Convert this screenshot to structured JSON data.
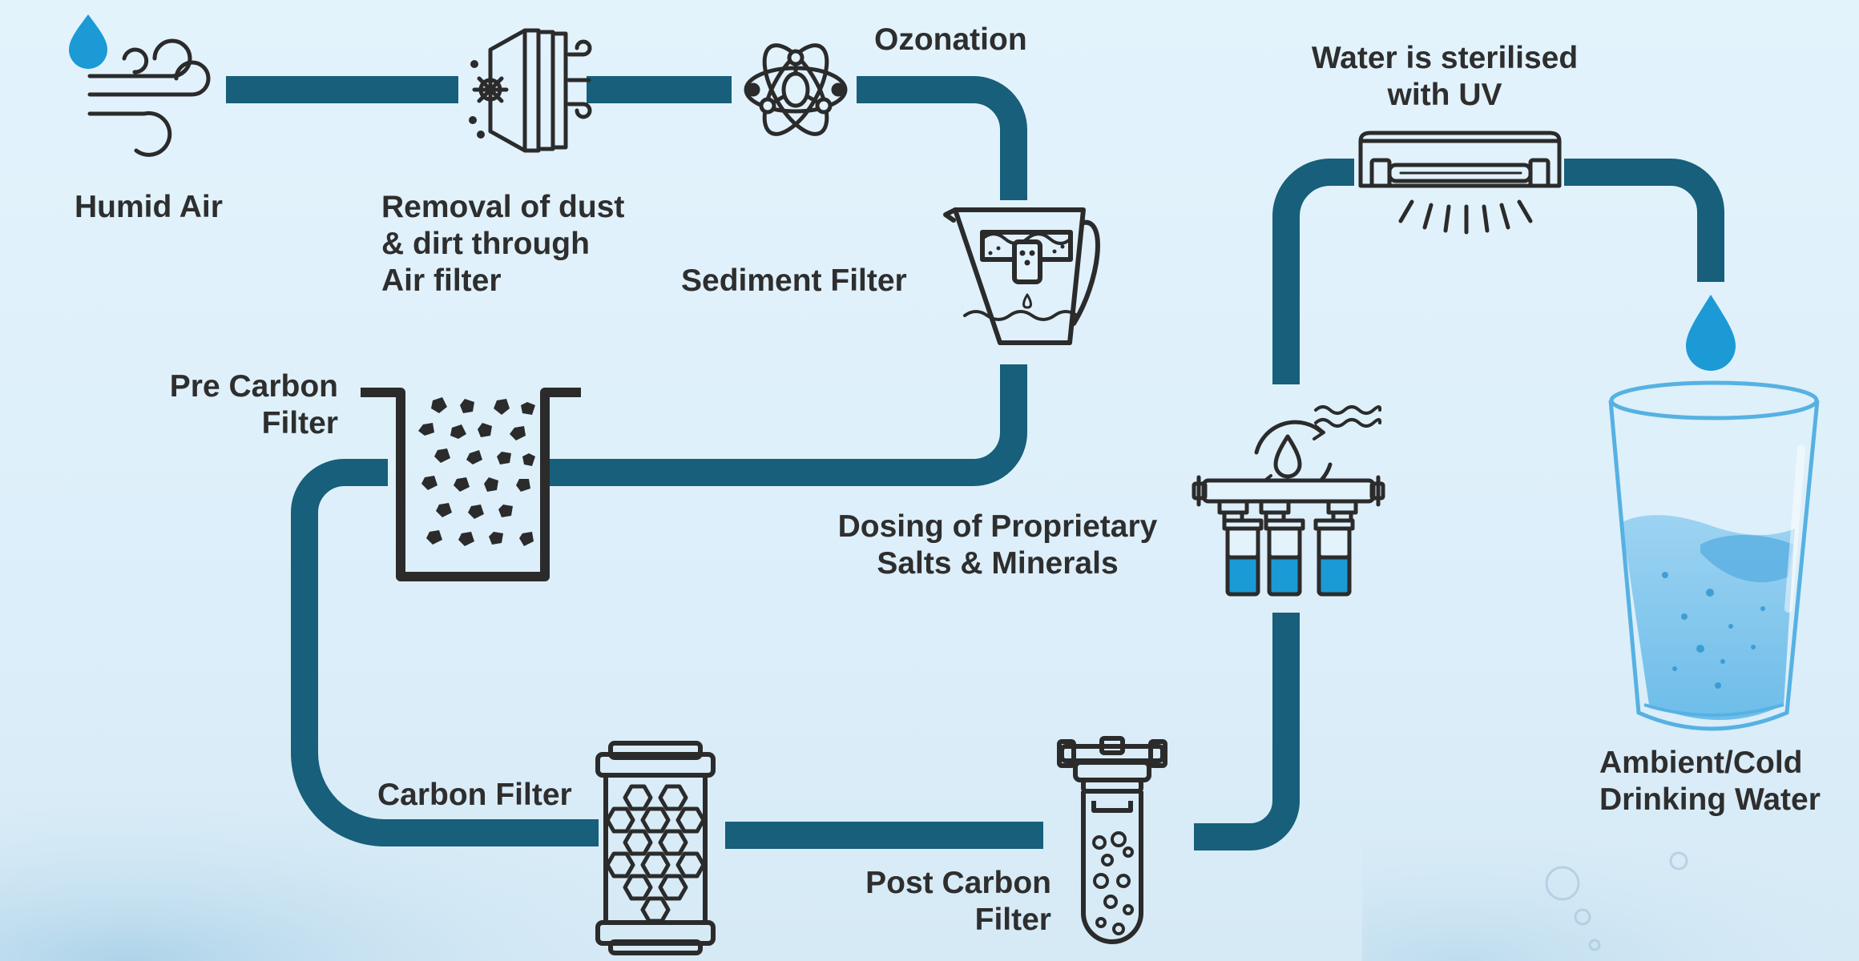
{
  "steps": {
    "humid_air": {
      "lines": [
        "Humid Air"
      ],
      "icon": "wind-droplet-icon"
    },
    "air_filter": {
      "lines": [
        "Removal of dust",
        "& dirt through",
        "Air filter"
      ],
      "icon": "air-filter-icon"
    },
    "ozonation": {
      "lines": [
        "Ozonation"
      ],
      "icon": "ozone-molecule-icon"
    },
    "sediment_filter": {
      "lines": [
        "Sediment Filter"
      ],
      "icon": "filter-jug-icon"
    },
    "pre_carbon": {
      "lines": [
        "Pre Carbon",
        "Filter"
      ],
      "icon": "carbon-bed-icon"
    },
    "carbon_filter": {
      "lines": [
        "Carbon Filter"
      ],
      "icon": "carbon-cartridge-icon"
    },
    "post_carbon": {
      "lines": [
        "Post Carbon",
        "Filter"
      ],
      "icon": "post-carbon-cartridge-icon"
    },
    "dosing": {
      "lines": [
        "Dosing of Proprietary",
        "Salts & Minerals"
      ],
      "icon": "mineral-dosing-unit-icon"
    },
    "uv": {
      "lines": [
        "Water is sterilised",
        "with UV"
      ],
      "icon": "uv-lamp-icon"
    },
    "output": {
      "lines": [
        "Ambient/Cold",
        "Drinking Water"
      ],
      "icon": "water-glass-icon"
    }
  },
  "colors": {
    "pipe": "#175f7a",
    "icon_stroke": "#2b2b2b",
    "water": "#1b9ad6",
    "label": "#2e2e2e"
  }
}
